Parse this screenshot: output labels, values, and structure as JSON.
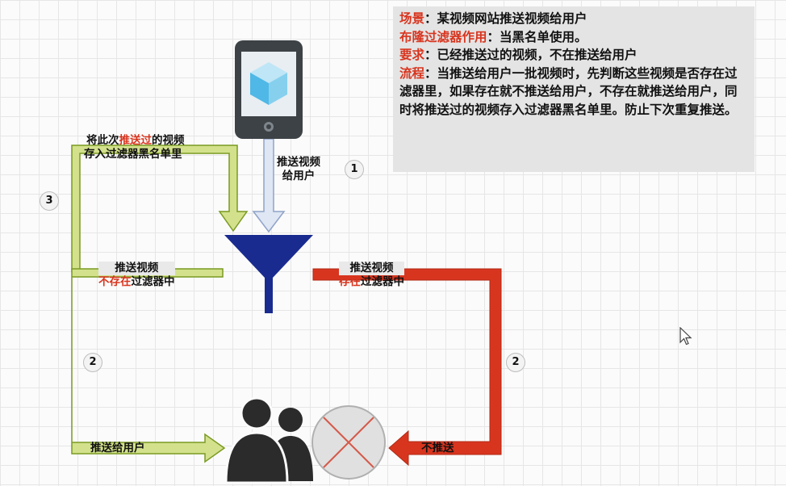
{
  "info": {
    "scenario_key": "场景",
    "scenario_text": "：某视频网站推送视频给用户",
    "role_key": "布隆过滤器作用",
    "role_text": "：当黑名单使用。",
    "requirement_key": "要求",
    "requirement_text": "：已经推送过的视频，不在推送给用户",
    "process_key": "流程",
    "process_text": "：当推送给用户一批视频时，先判断这些视频是否存在过滤器里，如果存在就不推送给用户，不存在就推送给用户，同时将推送过的视频存入过滤器黑名单里。防止下次重复推送。"
  },
  "labels": {
    "push_video_line1": "推送视频",
    "push_video_line2": "给用户",
    "store_pre": "将此次",
    "store_red": "推送过",
    "store_post": "的视频",
    "store_line2": "存入过滤器黑名单里",
    "left_line1": "推送视频",
    "left_red": "不存在",
    "left_post": "过滤器中",
    "right_line1": "推送视频",
    "right_red": "存在",
    "right_post": "过滤器中",
    "push_to_user": "推送给用户",
    "not_push": "不推送"
  },
  "steps": {
    "step1": "1",
    "step2_left": "2",
    "step2_right": "2",
    "step3": "3"
  },
  "colors": {
    "green_fill": "#d3e18c",
    "green_stroke": "#7a9a22",
    "blue_arrow": "#dfe6f4",
    "funnel": "#1a2b8f",
    "red": "#d8351f"
  },
  "icons": {
    "phone": "phone-icon",
    "funnel": "funnel-filter-icon",
    "users": "users-icon",
    "blocked": "blocked-x-icon",
    "cursor": "cursor-icon"
  }
}
